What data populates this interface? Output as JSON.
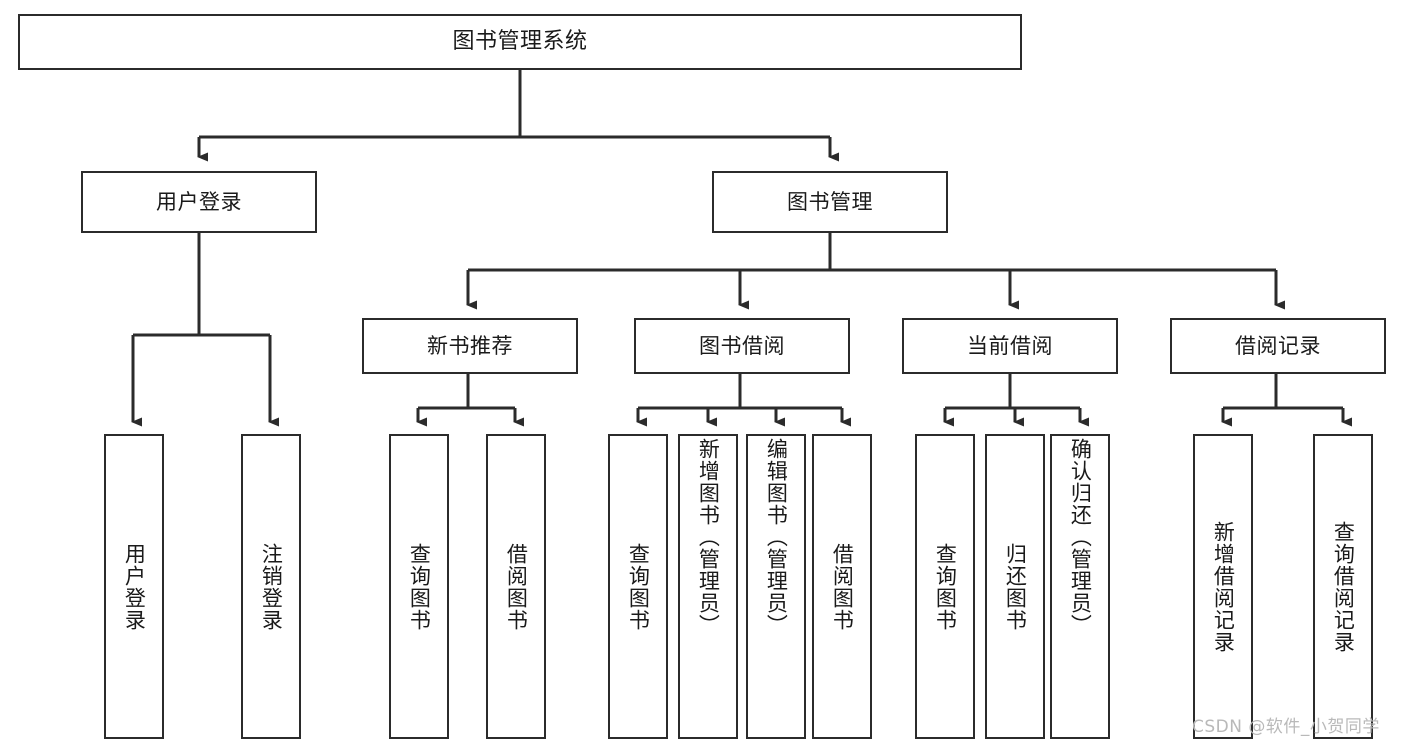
{
  "diagram": {
    "title": "图书管理系统",
    "type": "hierarchy-tree",
    "root": {
      "label": "图书管理系统",
      "children": [
        {
          "label": "用户登录",
          "children": [
            {
              "label": "用户登录"
            },
            {
              "label": "注销登录"
            }
          ]
        },
        {
          "label": "图书管理",
          "children": [
            {
              "label": "新书推荐",
              "children": [
                {
                  "label": "查询图书"
                },
                {
                  "label": "借阅图书"
                }
              ]
            },
            {
              "label": "图书借阅",
              "children": [
                {
                  "label": "查询图书"
                },
                {
                  "label": "新增图书（管理员）"
                },
                {
                  "label": "编辑图书（管理员）"
                },
                {
                  "label": "借阅图书"
                }
              ]
            },
            {
              "label": "当前借阅",
              "children": [
                {
                  "label": "查询图书"
                },
                {
                  "label": "归还图书"
                },
                {
                  "label": "确认归还（管理员）"
                }
              ]
            },
            {
              "label": "借阅记录",
              "children": [
                {
                  "label": "新增借阅记录"
                },
                {
                  "label": "查询借阅记录"
                }
              ]
            }
          ]
        }
      ]
    }
  },
  "nodes": {
    "root": "图书管理系统",
    "l2": {
      "user_login": "用户登录",
      "book_manage": "图书管理"
    },
    "l3": {
      "new_book_rec": "新书推荐",
      "book_borrow": "图书借阅",
      "current_borrow": "当前借阅",
      "borrow_record": "借阅记录"
    },
    "leaves": {
      "user_login": "用户登录",
      "logout": "注销登录",
      "query_book_1": "查询图书",
      "borrow_book_1": "借阅图书",
      "query_book_2": "查询图书",
      "add_book_admin": "新增图书（管理员）",
      "edit_book_admin": "编辑图书（管理员）",
      "borrow_book_2": "借阅图书",
      "query_book_3": "查询图书",
      "return_book": "归还图书",
      "confirm_return_admin": "确认归还（管理员）",
      "add_borrow_record": "新增借阅记录",
      "query_borrow_record": "查询借阅记录"
    }
  },
  "watermark": {
    "text": "CSDN @软件_小贺同学"
  },
  "colors": {
    "stroke": "#2b2b2b",
    "background": "#ffffff",
    "text": "#1a1a1a",
    "watermark": "#b9b9b9"
  }
}
